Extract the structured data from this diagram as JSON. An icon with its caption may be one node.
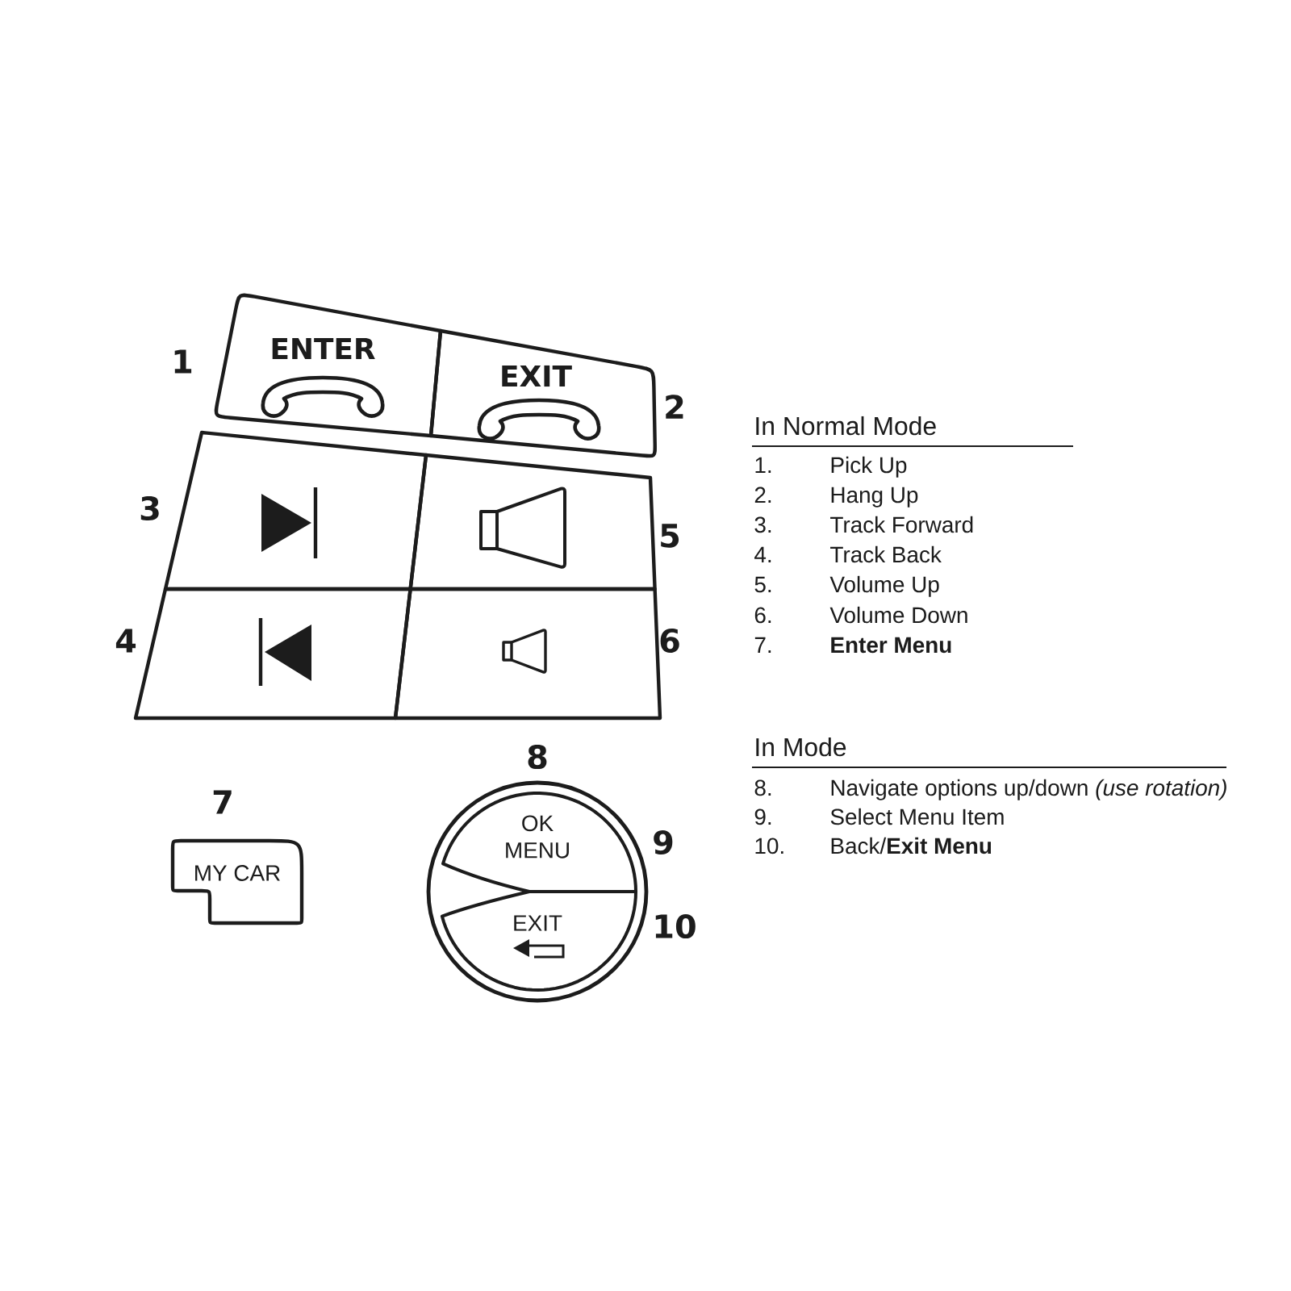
{
  "diagram": {
    "nodes": [
      {
        "text": [
          "ENTER"
        ]
      },
      {
        "text": [
          "EXIT"
        ]
      },
      {
        "text": [],
        "shape": "box"
      },
      {
        "text": [],
        "shape": "box"
      },
      {
        "text": [],
        "shape": "box"
      },
      {
        "text": [],
        "shape": "box"
      },
      {
        "text": [
          "MY CAR"
        ]
      },
      {
        "text": [],
        "shape": "circle"
      },
      {
        "text": [
          "OK MENU"
        ],
        "in": 7
      },
      {
        "text": [
          "EXIT"
        ],
        "in": 7
      }
    ],
    "labels": [
      "1",
      "2",
      "3",
      "4",
      "5",
      "6",
      "7",
      "8",
      "9",
      "10",
      "In Normal Mode",
      "1.",
      "Pick Up",
      "2.",
      "Hang Up",
      "3.",
      "Track Forward",
      "4.",
      "Track Back",
      "5.",
      "Volume Up",
      "6.",
      "Volume Down",
      "7.",
      "Enter Menu",
      "In Mode",
      "8.",
      "Navigate options up/down *(use rotation)*",
      "9.",
      "Select Menu Item",
      "10.",
      "Back/**Exit Menu**"
    ]
  }
}
